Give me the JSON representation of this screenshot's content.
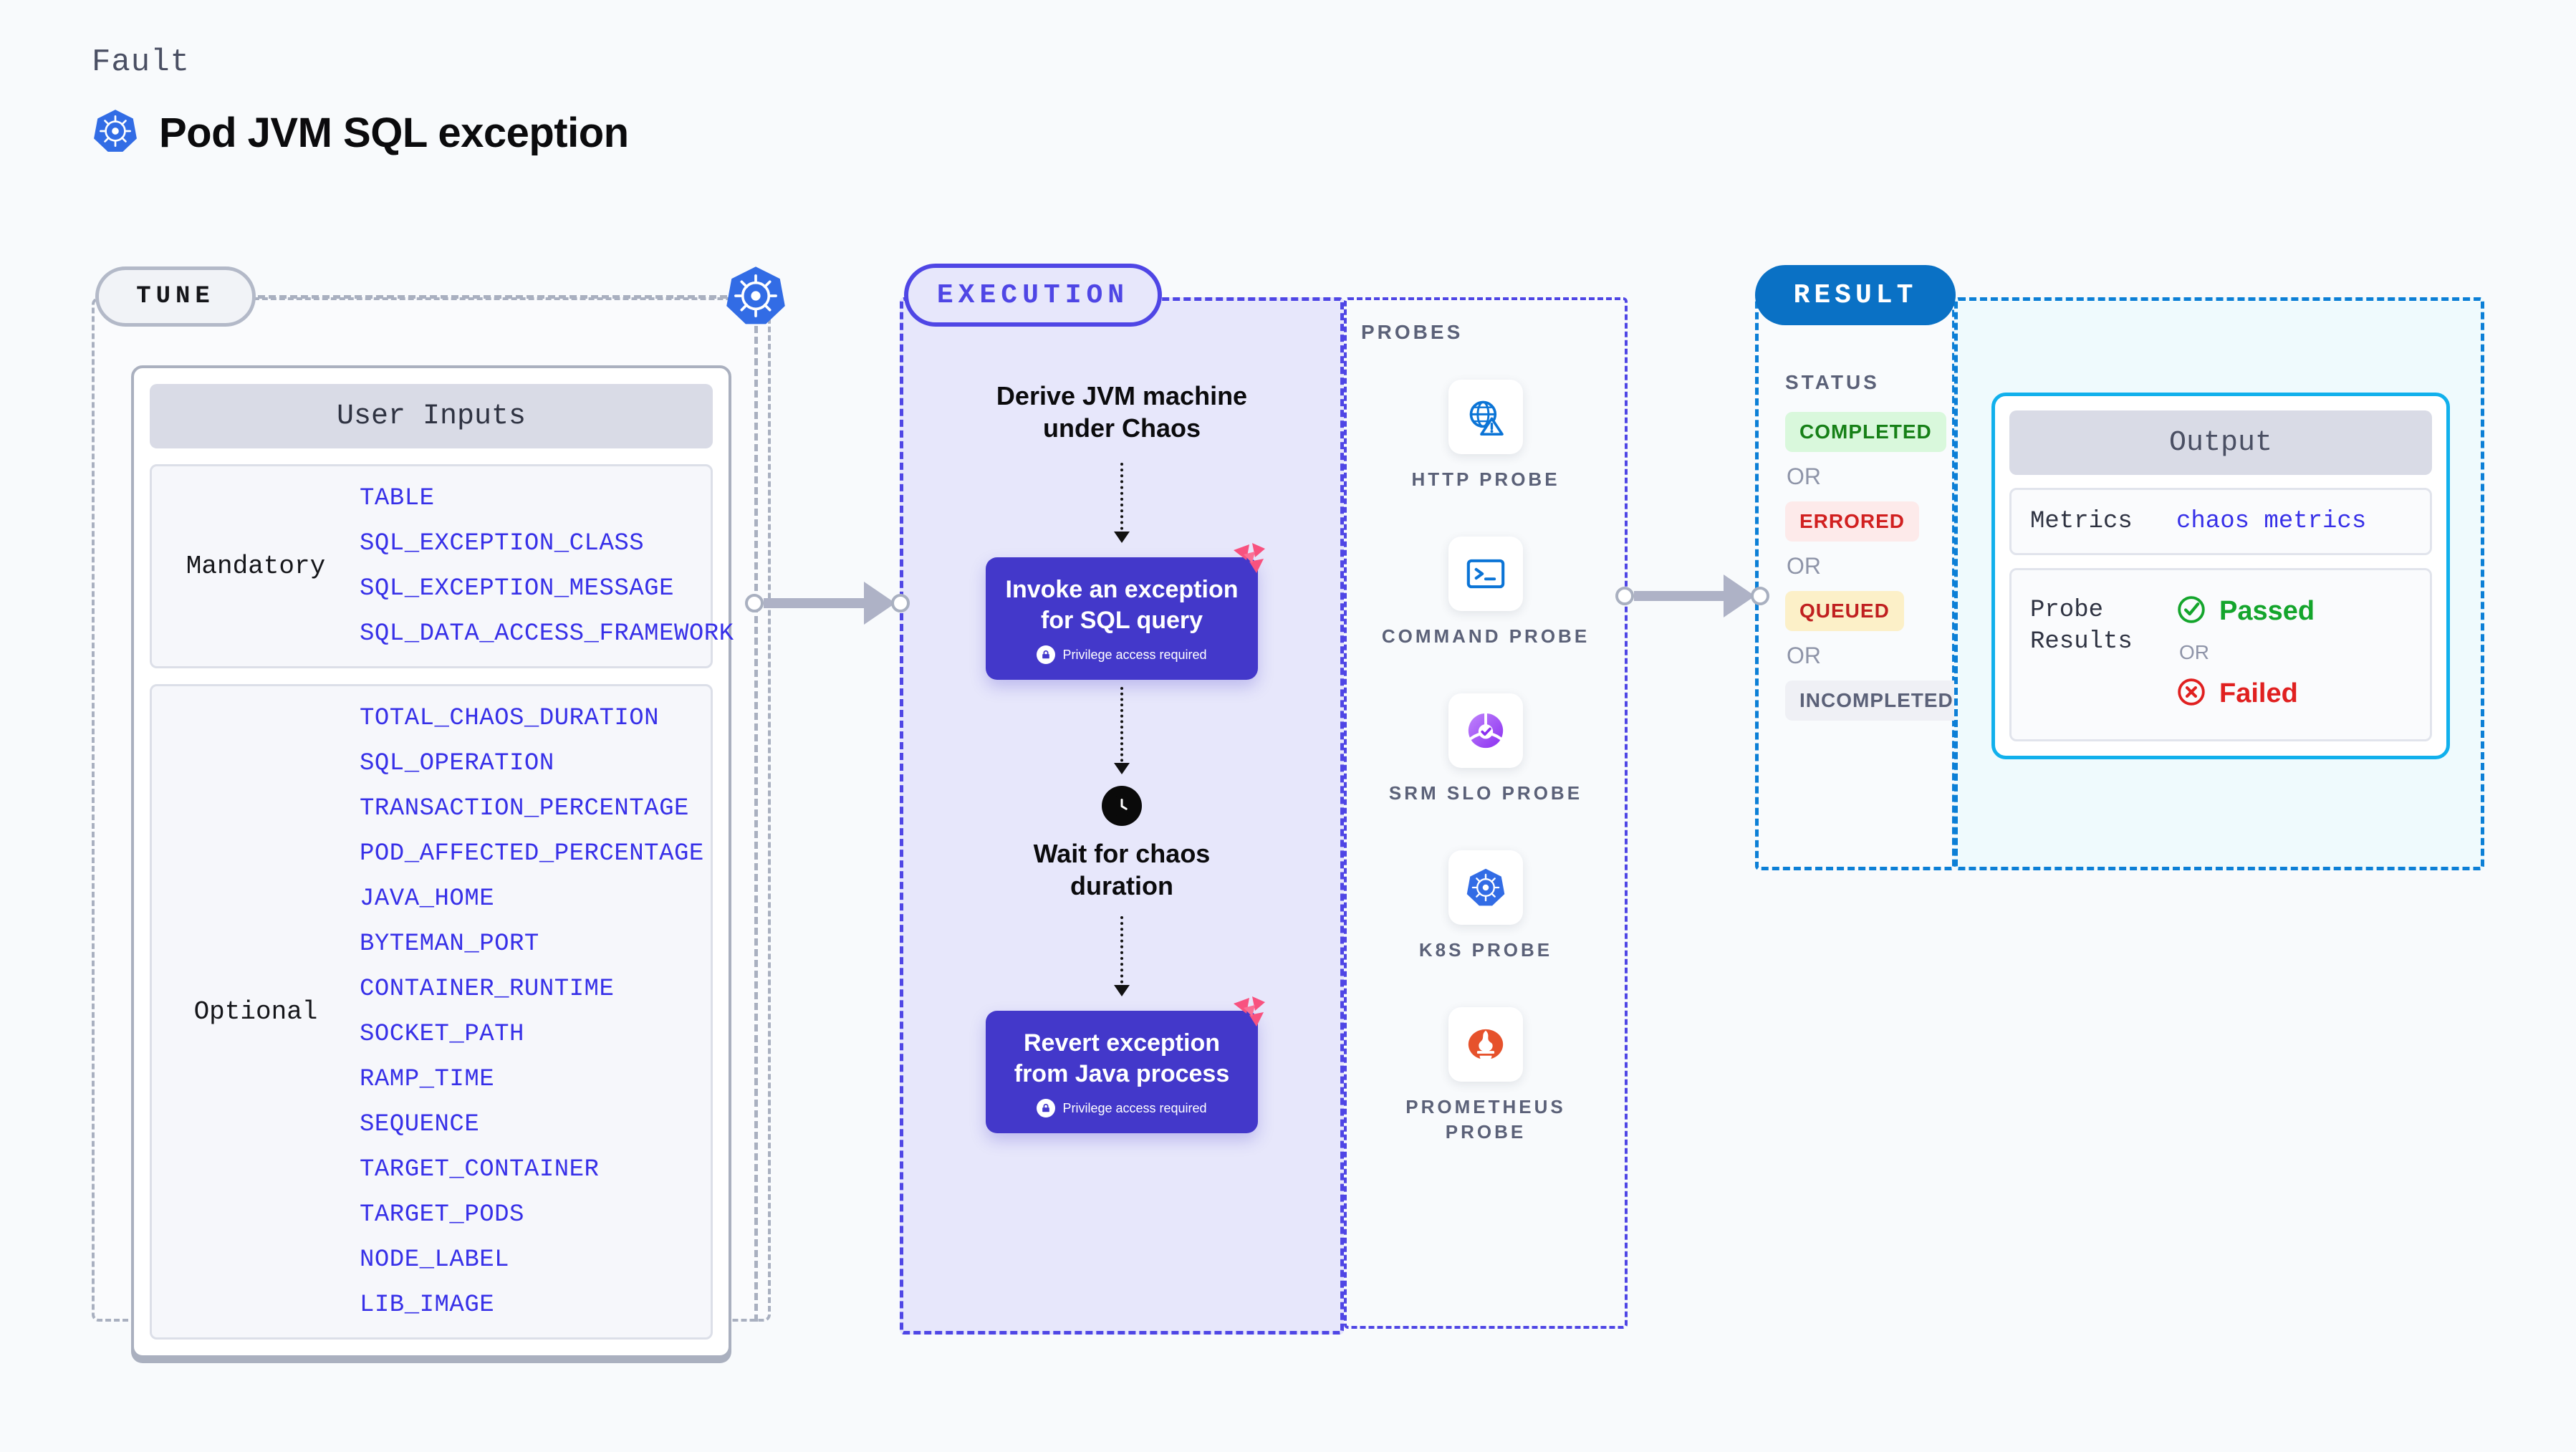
{
  "header": {
    "kicker": "Fault",
    "title": "Pod JVM SQL exception",
    "icon": "kubernetes-icon"
  },
  "tune": {
    "pill_label": "TUNE",
    "icon": "kubernetes-icon",
    "card_title": "User Inputs",
    "groups": [
      {
        "label": "Mandatory",
        "params": [
          "TABLE",
          "SQL_EXCEPTION_CLASS",
          "SQL_EXCEPTION_MESSAGE",
          "SQL_DATA_ACCESS_FRAMEWORK"
        ]
      },
      {
        "label": "Optional",
        "params": [
          "TOTAL_CHAOS_DURATION",
          "SQL_OPERATION",
          "TRANSACTION_PERCENTAGE",
          "POD_AFFECTED_PERCENTAGE",
          "JAVA_HOME",
          "BYTEMAN_PORT",
          "CONTAINER_RUNTIME",
          "SOCKET_PATH",
          "RAMP_TIME",
          "SEQUENCE",
          "TARGET_CONTAINER",
          "TARGET_PODS",
          "NODE_LABEL",
          "LIB_IMAGE"
        ]
      }
    ]
  },
  "execution": {
    "pill_label": "EXECUTION",
    "step1_text": "Derive JVM machine under Chaos",
    "card1": {
      "title": "Invoke an exception for SQL query",
      "privilege": "Privilege access required",
      "badge": "litmus-logo-icon",
      "lock": "lock-icon"
    },
    "wait_text": "Wait for chaos duration",
    "wait_icon": "clock-icon",
    "card2": {
      "title": "Revert exception from Java process",
      "privilege": "Privilege access required",
      "badge": "litmus-logo-icon",
      "lock": "lock-icon"
    }
  },
  "probes": {
    "section_label": "PROBES",
    "items": [
      {
        "name": "HTTP PROBE",
        "icon": "globe-warning-icon"
      },
      {
        "name": "COMMAND PROBE",
        "icon": "terminal-icon"
      },
      {
        "name": "SRM SLO PROBE",
        "icon": "srm-slo-icon"
      },
      {
        "name": "K8S PROBE",
        "icon": "kubernetes-icon"
      },
      {
        "name": "PROMETHEUS PROBE",
        "icon": "prometheus-icon"
      }
    ]
  },
  "result": {
    "pill_label": "RESULT",
    "status_label": "STATUS",
    "or_label": "OR",
    "statuses": [
      {
        "text": "COMPLETED",
        "bg": "#d9f8dc",
        "fg": "#168017"
      },
      {
        "text": "ERRORED",
        "bg": "#fdeaea",
        "fg": "#d12020"
      },
      {
        "text": "QUEUED",
        "bg": "#fcf0c8",
        "fg": "#c02020"
      },
      {
        "text": "INCOMPLETED",
        "bg": "#eff0f5",
        "fg": "#5b6178"
      }
    ]
  },
  "output": {
    "card_title": "Output",
    "metrics_label": "Metrics",
    "metrics_value": "chaos metrics",
    "probe_results_label": "Probe Results",
    "passed_text": "Passed",
    "failed_text": "Failed",
    "or_label": "OR",
    "passed_icon": "check-circle-icon",
    "failed_icon": "x-circle-icon"
  },
  "colors": {
    "background": "#f8fafc",
    "accent_purple": "#4f46e5",
    "exec_card": "#4338ca",
    "param_blue": "#3730e8",
    "result_blue": "#0a71c5",
    "output_border": "#11b0ec",
    "litmus_pink": "#f8527f",
    "k8s_blue": "#326ce5",
    "connector_gray": "#aeb2c6"
  }
}
